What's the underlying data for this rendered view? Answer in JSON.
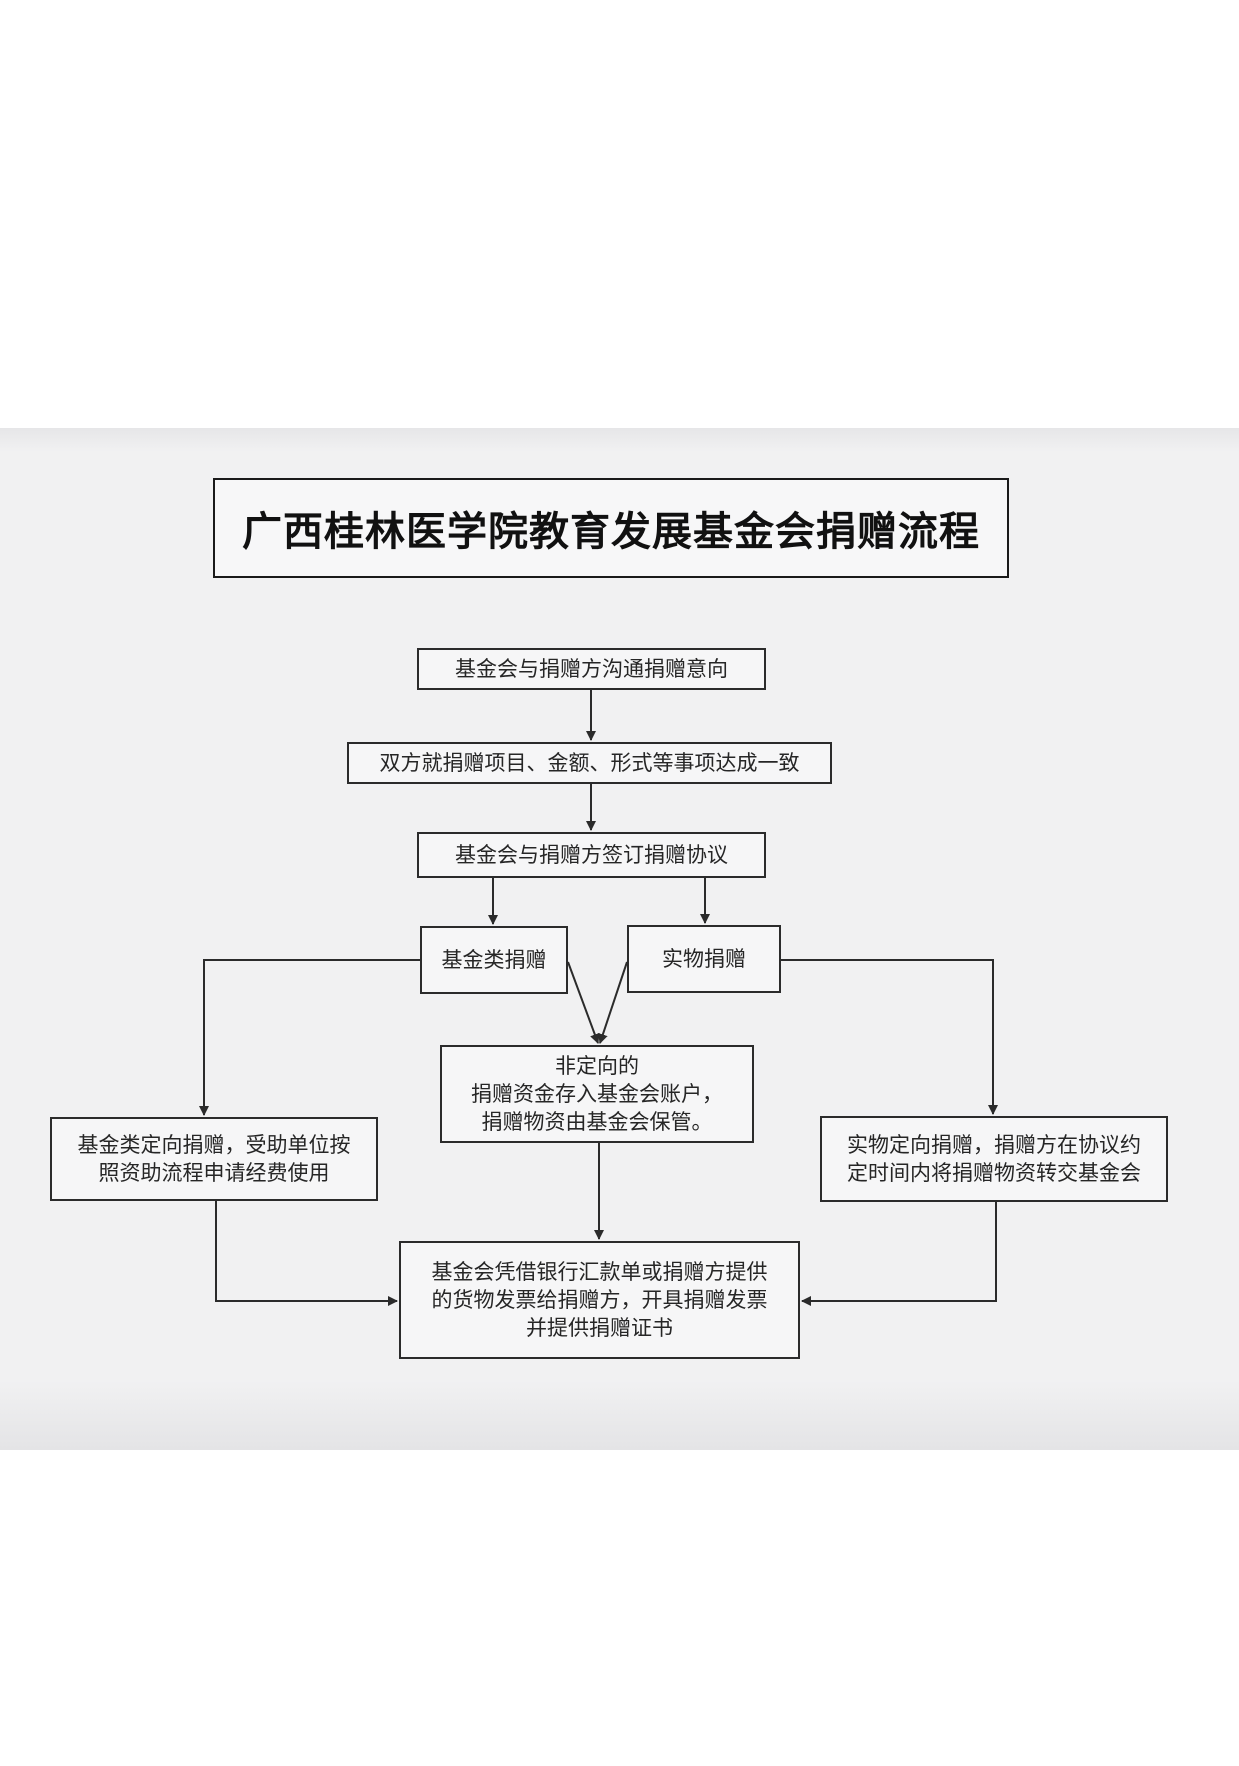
{
  "title": "广西桂林医学院教育发展基金会捐赠流程",
  "nodes": {
    "communicate": "基金会与捐赠方沟通捐赠意向",
    "agree": "双方就捐赠项目、金额、形式等事项达成一致",
    "sign": "基金会与捐赠方签订捐赠协议",
    "fund": "基金类捐赠",
    "goods": "实物捐赠",
    "non_directed": "非定向的\n捐赠资金存入基金会账户，\n捐赠物资由基金会保管。",
    "fund_directed": "基金类定向捐赠，受助单位按\n照资助流程申请经费使用",
    "goods_directed": "实物定向捐赠，捐赠方在协议约\n定时间内将捐赠物资转交基金会",
    "receipt": "基金会凭借银行汇款单或捐赠方提供\n的货物发票给捐赠方，开具捐赠发票\n并提供捐赠证书"
  }
}
